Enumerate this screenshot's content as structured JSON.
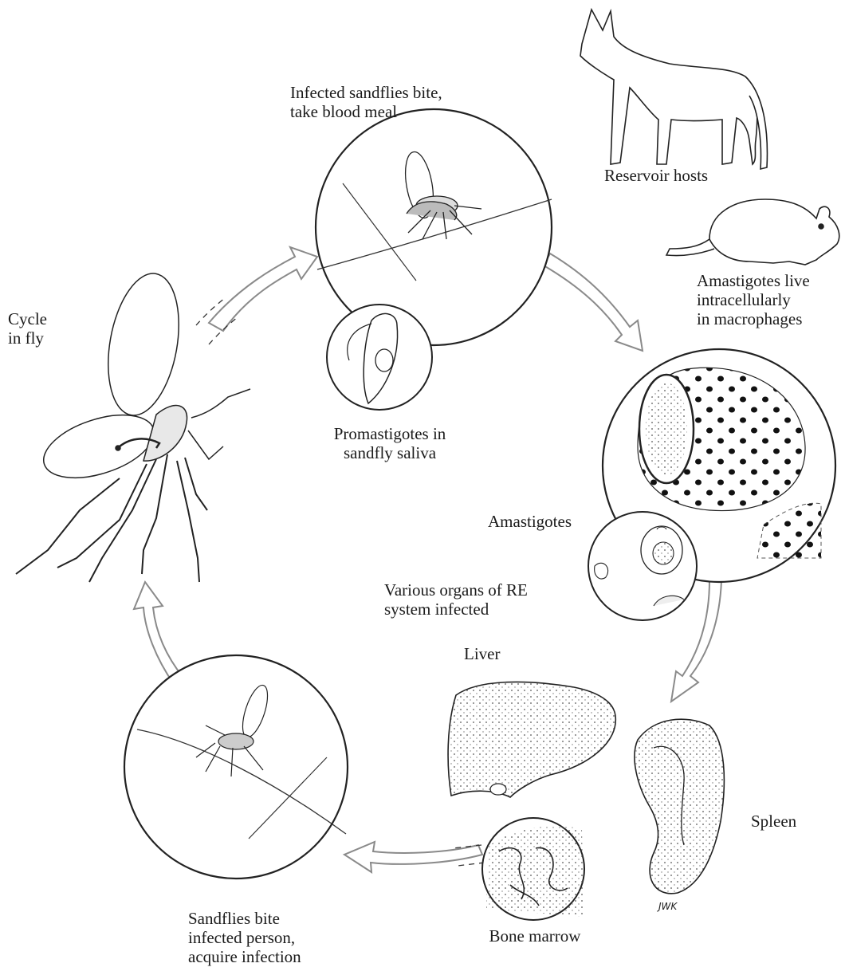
{
  "labels": {
    "bite_blood_meal": [
      "Infected sandflies bite,",
      "take blood meal"
    ],
    "reservoir_hosts": "Reservoir hosts",
    "amastigotes_macrophages": [
      "Amastigotes live",
      "intracellularly",
      "in macrophages"
    ],
    "cycle_in_fly": [
      "Cycle",
      "in fly"
    ],
    "promastigotes": [
      "Promastigotes in",
      "sandfly saliva"
    ],
    "amastigotes": "Amastigotes",
    "re_system": [
      "Various organs of RE",
      "system infected"
    ],
    "liver": "Liver",
    "spleen": "Spleen",
    "bone_marrow": "Bone marrow",
    "acquire_infection": [
      "Sandflies bite",
      "infected person,",
      "acquire infection"
    ],
    "artist_signature": "JWK"
  },
  "colors": {
    "ink": "#1b1b1b",
    "paper": "#ffffff",
    "arrow_stroke": "#8a8a8a"
  }
}
